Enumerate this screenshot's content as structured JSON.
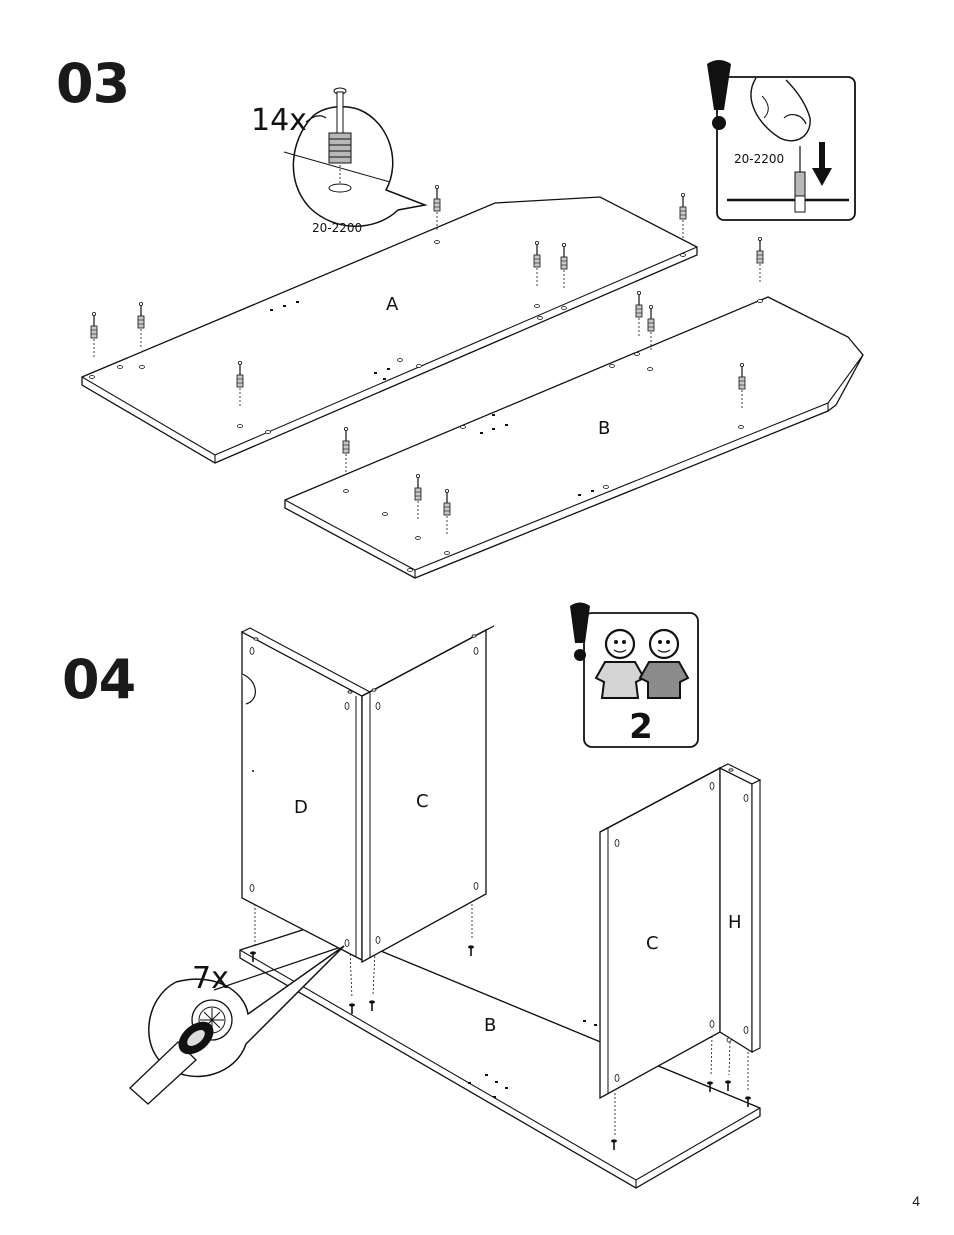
{
  "page_number": "4",
  "step_03": {
    "number": "03",
    "quantity": "14x",
    "part_code": "20-2200",
    "info_part_code": "20-2200",
    "panel_labels": [
      "A",
      "B"
    ]
  },
  "step_04": {
    "number": "04",
    "quantity": "7x",
    "people_count": "2",
    "panel_labels": [
      "D",
      "C",
      "C",
      "H",
      "B"
    ]
  },
  "colors": {
    "ink": "#111111",
    "panel": "#ffffff",
    "person_light": "#d4d4d4",
    "person_dark": "#8c8c8c",
    "dowel": "#c8c8c8"
  }
}
